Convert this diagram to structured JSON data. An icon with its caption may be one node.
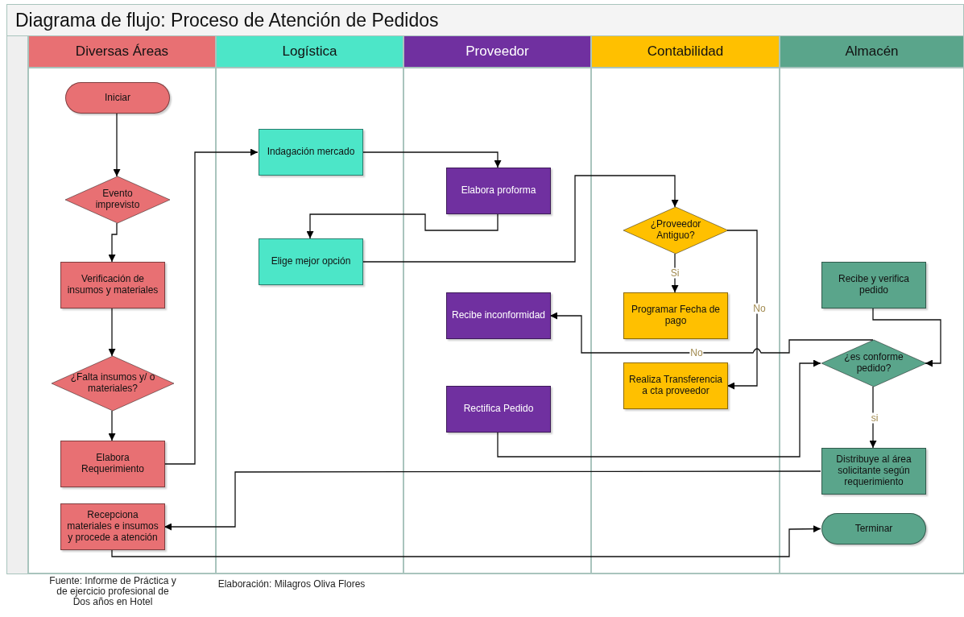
{
  "diagram": {
    "title": "Diagrama de flujo: Proceso de Atención de Pedidos",
    "nodes": [
      {
        "text": [
          "Diversas Áreas"
        ]
      },
      {
        "text": [
          "Logística"
        ]
      },
      {
        "text": [
          "Proveedor"
        ]
      },
      {
        "text": [
          "Contabilidad"
        ]
      },
      {
        "text": [
          "Almacén"
        ]
      },
      {
        "text": [
          "Iniciar"
        ],
        "in": 0
      },
      {
        "text": [
          "Evento imprevisto"
        ],
        "in": 0
      },
      {
        "text": [
          "Verificación de insumos y materiales"
        ],
        "in": 0
      },
      {
        "text": [
          "¿Falta insumos y/ o materiales?"
        ],
        "in": 0
      },
      {
        "text": [
          "Elabora Requerimiento"
        ],
        "in": 0
      },
      {
        "text": [
          "Recepciona materiales e insumos y procede a atención"
        ],
        "in": 0
      },
      {
        "text": [
          "Indagación mercado"
        ],
        "in": 1
      },
      {
        "text": [
          "Elige mejor opción"
        ],
        "in": 1
      },
      {
        "text": [
          "Elabora proforma"
        ],
        "in": 2
      },
      {
        "text": [
          "Recibe inconformidad"
        ],
        "in": 2
      },
      {
        "text": [
          "Rectifica Pedido"
        ],
        "in": 2
      },
      {
        "text": [
          "¿Proveedor Antiguo?"
        ],
        "in": 3
      },
      {
        "text": [
          "Programar Fecha de pago"
        ],
        "in": 3
      },
      {
        "text": [
          "Realiza Transferencia a cta proveedor"
        ],
        "in": 3
      },
      {
        "text": [
          "Recibe y verifica pedido"
        ],
        "in": 4
      },
      {
        "text": [
          "¿es conforme pedido?"
        ],
        "in": 4
      },
      {
        "text": [
          "Distribuye al área solicitante según requerimiento"
        ],
        "in": 4
      },
      {
        "text": [
          "Terminar"
        ],
        "in": 4
      }
    ],
    "edges": [
      {
        "from": 5,
        "to": 6,
        "arrow": "to"
      },
      {
        "from": 6,
        "to": 7,
        "arrow": "to"
      },
      {
        "from": 7,
        "to": 8,
        "arrow": "to"
      },
      {
        "from": 8,
        "to": 9,
        "arrow": "to"
      },
      {
        "from": 9,
        "to": 11,
        "arrow": "to"
      },
      {
        "from": 11,
        "to": 13,
        "arrow": "to"
      },
      {
        "from": 13,
        "to": 12,
        "arrow": "to"
      },
      {
        "from": 12,
        "to": 16,
        "arrow": "to"
      },
      {
        "from": 16,
        "to": 17,
        "arrow": "to",
        "label": "Si"
      },
      {
        "from": 16,
        "to": 18,
        "arrow": "to",
        "label": "No"
      },
      {
        "from": 20,
        "to": 14,
        "arrow": "to",
        "label": "No"
      },
      {
        "from": 19,
        "to": 20,
        "arrow": "to"
      },
      {
        "from": 15,
        "to": 20,
        "arrow": "to"
      },
      {
        "from": 20,
        "to": 21,
        "arrow": "to",
        "label": "si"
      },
      {
        "from": 21,
        "to": 10,
        "arrow": "to"
      },
      {
        "from": 10,
        "to": 22,
        "arrow": "to"
      }
    ],
    "labels": [
      "Fuente: Informe de Práctica y de ejercicio profesional de Dos años en Hotel",
      "Elaboración: Milagros Oliva Flores"
    ]
  }
}
